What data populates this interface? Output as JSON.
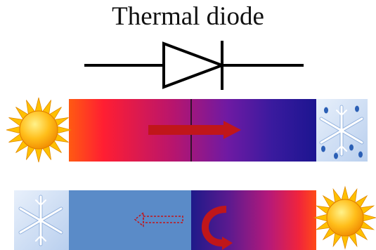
{
  "title": "Thermal diode",
  "symbol": {
    "name": "diode-symbol",
    "color": "#000000"
  },
  "rows": [
    {
      "name": "forward-bias",
      "left_icon": "sun-icon",
      "right_icon": "snowflake-icon",
      "bar_gradient": [
        "#ff5a12",
        "#ff1e32",
        "#b8156d",
        "#6f1aa3",
        "#3a1a9e",
        "#1c1590"
      ],
      "divider": true,
      "arrow": {
        "type": "solid-right",
        "color": "#c0161a"
      }
    },
    {
      "name": "reverse-bias",
      "left_icon": "snowflake-icon",
      "right_icon": "sun-icon",
      "left_fill": "#5a8bc8",
      "right_gradient": [
        "#1e1a8a",
        "#5b1a8f",
        "#b5197a",
        "#f0243c",
        "#ff4a18"
      ],
      "arrows": [
        {
          "type": "dashed-left",
          "color": "#c0161a"
        },
        {
          "type": "curved-blocked",
          "color": "#c0161a"
        }
      ]
    }
  ],
  "colors": {
    "sun_rays": "#ffc000",
    "sun_core": "#ff9900",
    "ice": "#c9dcf5",
    "water": "#2b5fb5"
  }
}
